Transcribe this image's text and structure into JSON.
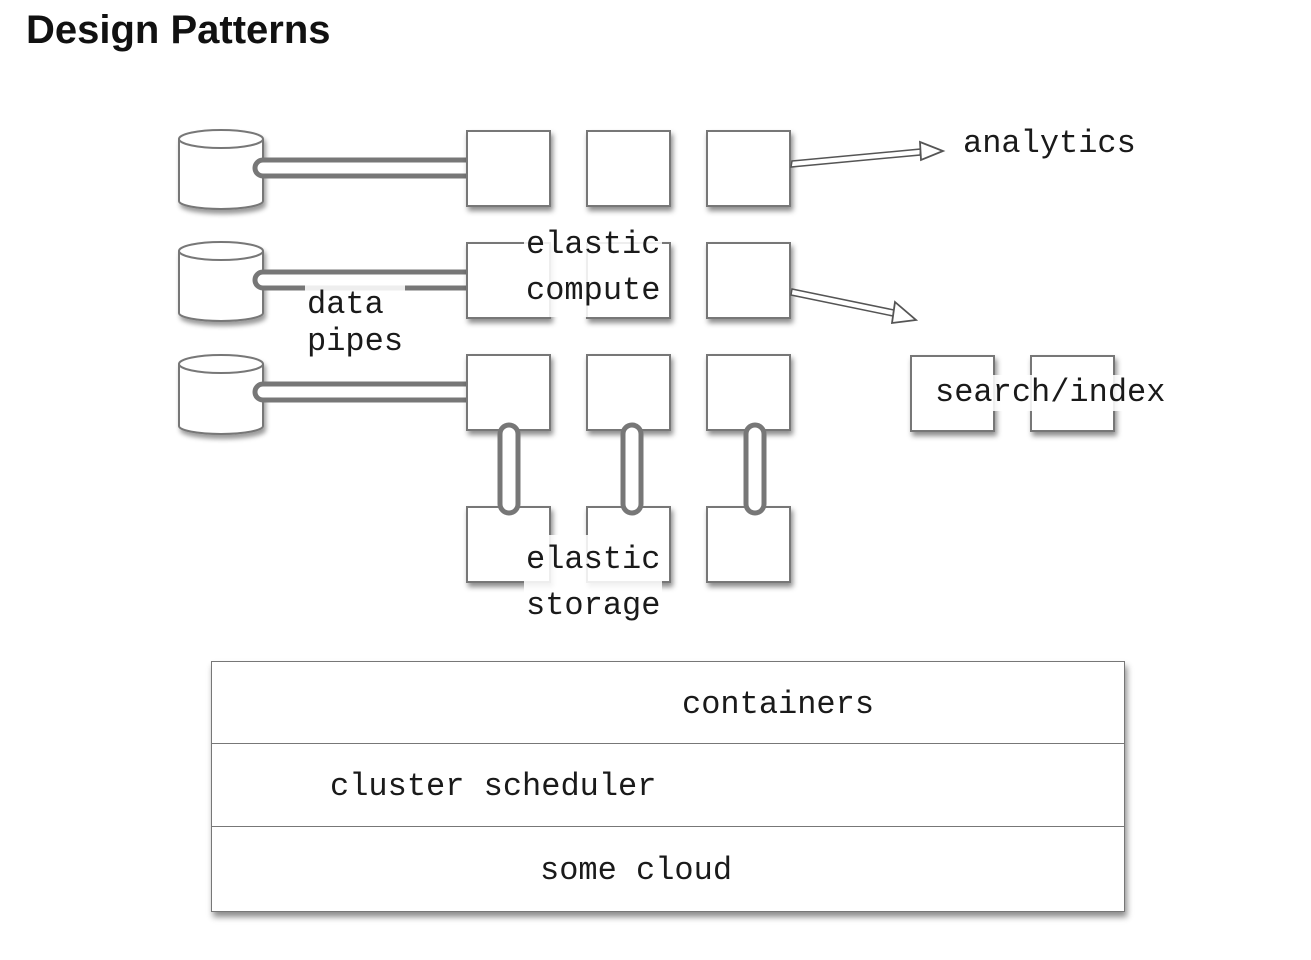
{
  "title": "Design Patterns",
  "labels": {
    "data_pipes": "data\npipes",
    "elastic_compute": "elastic\ncompute",
    "elastic_storage": "elastic\nstorage",
    "analytics": "analytics",
    "search_index": "search/index"
  },
  "layers": [
    {
      "label": "containers"
    },
    {
      "label": "cluster scheduler"
    },
    {
      "label": "some cloud"
    }
  ]
}
